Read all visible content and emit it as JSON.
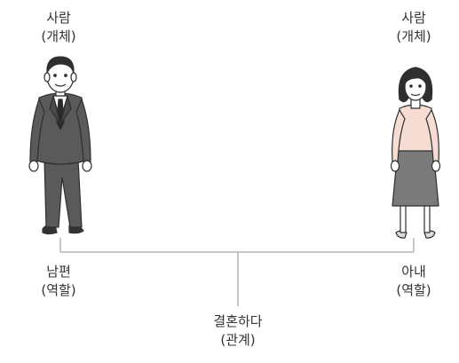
{
  "entities": {
    "man": {
      "title": "사람",
      "subtitle": "(개체)"
    },
    "woman": {
      "title": "사람",
      "subtitle": "(개체)"
    }
  },
  "roles": {
    "man": {
      "title": "남편",
      "subtitle": "(역할)"
    },
    "woman": {
      "title": "아내",
      "subtitle": "(역할)"
    }
  },
  "relation": {
    "title": "결혼하다",
    "subtitle": "(관계)"
  },
  "colors": {
    "line": "#b4b4b4",
    "suit": "#5a5a5a",
    "blouse": "#f6dcd2",
    "skirt": "#7a7a7a",
    "outline": "#2f2f2f"
  }
}
